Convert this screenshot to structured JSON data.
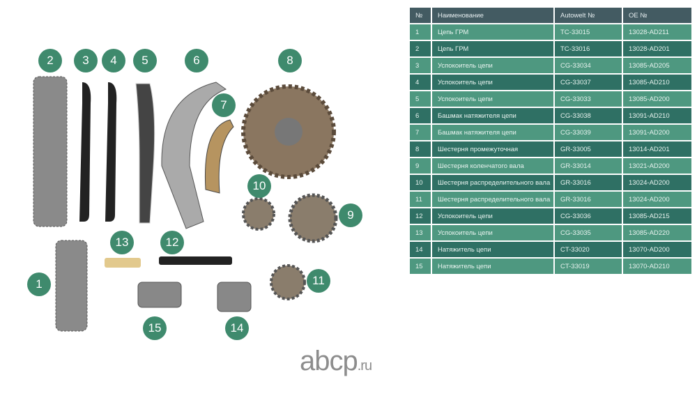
{
  "table": {
    "headers": [
      "№",
      "Наименование",
      "Autowelt №",
      "OE №"
    ],
    "rows": [
      [
        "1",
        "Цепь ГРМ",
        "TC-33015",
        "13028-AD211"
      ],
      [
        "2",
        "Цепь ГРМ",
        "TC-33016",
        "13028-AD201"
      ],
      [
        "3",
        "Успокоитель цепи",
        "CG-33034",
        "13085-AD205"
      ],
      [
        "4",
        "Успокоитель цепи",
        "CG-33037",
        "13085-AD210"
      ],
      [
        "5",
        "Успокоитель цепи",
        "CG-33033",
        "13085-AD200"
      ],
      [
        "6",
        "Башмак натяжителя цепи",
        "CG-33038",
        "13091-AD210"
      ],
      [
        "7",
        "Башмак натяжителя цепи",
        "CG-33039",
        "13091-AD200"
      ],
      [
        "8",
        "Шестерня промежуточная",
        "GR-33005",
        "13014-AD201"
      ],
      [
        "9",
        "Шестерня коленчатого вала",
        "GR-33014",
        "13021-AD200"
      ],
      [
        "10",
        "Шестерня распределительного вала",
        "GR-33016",
        "13024-AD200"
      ],
      [
        "11",
        "Шестерня распределительного вала",
        "GR-33016",
        "13024-AD200"
      ],
      [
        "12",
        "Успокоитель цепи",
        "CG-33036",
        "13085-AD215"
      ],
      [
        "13",
        "Успокоитель цепи",
        "CG-33035",
        "13085-AD220"
      ],
      [
        "14",
        "Натяжитель цепи",
        "CT-33020",
        "13070-AD200"
      ],
      [
        "15",
        "Натяжитель цепи",
        "CT-33019",
        "13070-AD210"
      ]
    ]
  },
  "badges": [
    "2",
    "3",
    "4",
    "5",
    "6",
    "8",
    "7",
    "10",
    "9",
    "13",
    "12",
    "1",
    "11",
    "15",
    "14"
  ],
  "logo": {
    "main": "abcp",
    "suffix": ".ru"
  }
}
